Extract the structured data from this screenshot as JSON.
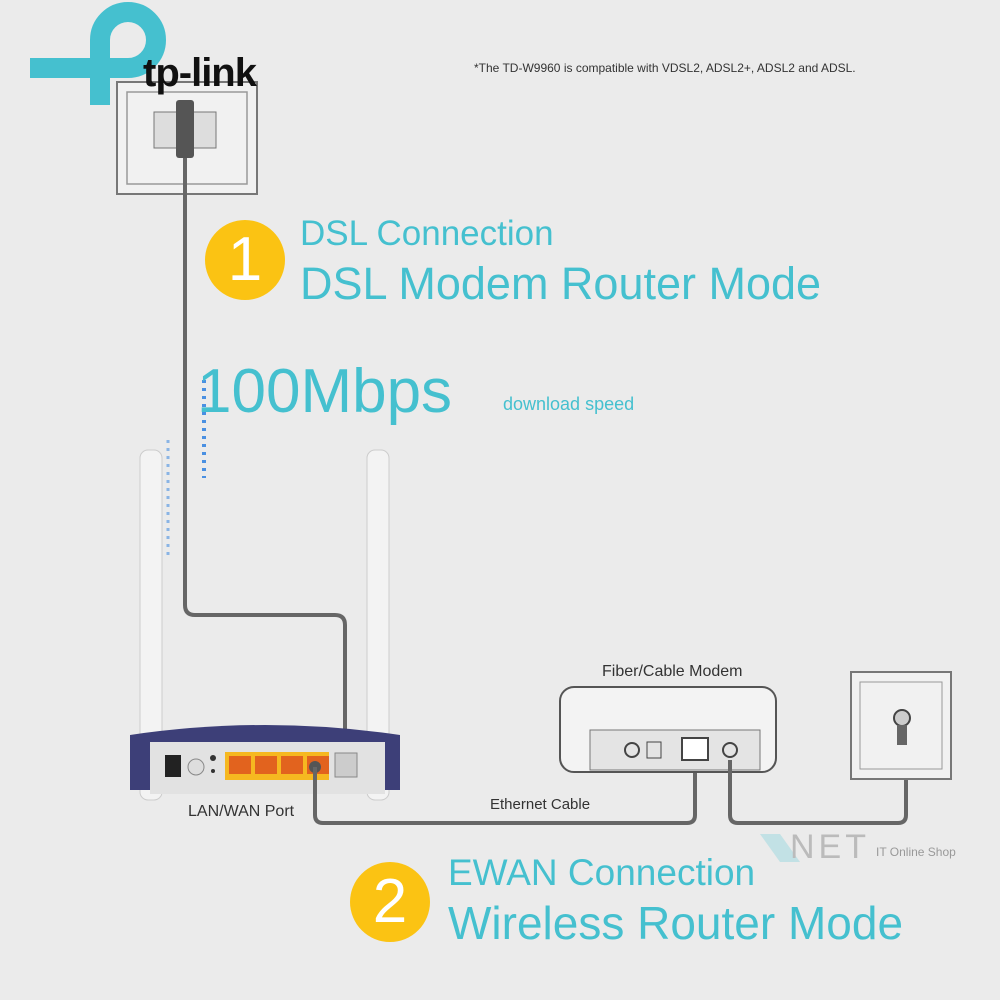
{
  "brand": {
    "name": "tp-link",
    "accent": "#45c0cf"
  },
  "note": "*The TD-W9960 is compatible with VDSL2, ADSL2+, ADSL2 and ADSL.",
  "mode1": {
    "number": "1",
    "subtitle": "DSL Connection",
    "title": "DSL Modem Router Mode"
  },
  "speed": {
    "value": "100Mbps",
    "label": "download speed"
  },
  "mode2": {
    "number": "2",
    "subtitle": "EWAN Connection",
    "title": "Wireless Router Mode"
  },
  "labels": {
    "lan_wan_port": "LAN/WAN Port",
    "ethernet_cable": "Ethernet Cable",
    "modem": "Fiber/Cable Modem"
  },
  "watermark": {
    "name": "NET",
    "tagline": "IT Online Shop"
  }
}
